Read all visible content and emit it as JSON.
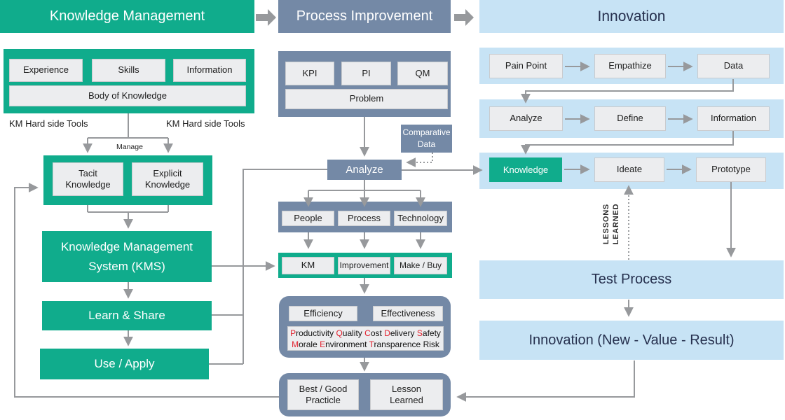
{
  "colors": {
    "teal": "#10AC8C",
    "slate": "#7489A6",
    "lightblue": "#C7E3F5",
    "graybox": "#ECEDEF",
    "graybox_border": "#C9CBCE",
    "line": "#97999C",
    "navy": "#26304E",
    "red": "#E32330"
  },
  "headers": {
    "knowledge_management": "Knowledge Management",
    "process_improvement": "Process Improvement",
    "innovation": "Innovation"
  },
  "km": {
    "experience": "Experience",
    "skills": "Skills",
    "information": "Information",
    "body_of_knowledge": "Body of Knowledge",
    "hard_tools_left": "KM Hard side Tools",
    "hard_tools_right": "KM Hard side Tools",
    "manage": "Manage",
    "tacit": "Tacit\nKnowledge",
    "explicit": "Explicit\nKnowledge",
    "kms": "Knowledge Management\nSystem (KMS)",
    "learn_share": "Learn & Share",
    "use_apply": "Use / Apply"
  },
  "pi": {
    "kpi": "KPI",
    "pi": "PI",
    "qm": "QM",
    "problem": "Problem",
    "comparative_data": "Comparative\nData",
    "analyze": "Analyze",
    "people": "People",
    "process": "Process",
    "technology": "Technology",
    "km": "KM",
    "improvement": "Improvement",
    "make_buy": "Make / Buy",
    "efficiency": "Efficiency",
    "effectiveness": "Effectiveness",
    "quality_line1": [
      [
        "Productivity",
        true
      ],
      [
        "Quality",
        true
      ],
      [
        "Cost",
        true
      ],
      [
        "Delivery",
        true
      ],
      [
        "Safety",
        true
      ]
    ],
    "quality_line2": [
      [
        "Morale",
        true
      ],
      [
        "Environment",
        true
      ],
      [
        "Transparence",
        true
      ],
      [
        "Risk",
        false
      ]
    ],
    "best_good": "Best / Good\nPracticle",
    "lesson_learned": "Lesson\nLearned"
  },
  "innovation": {
    "pain_point": "Pain Point",
    "empathize": "Empathize",
    "data": "Data",
    "analyze": "Analyze",
    "define": "Define",
    "information": "Information",
    "knowledge": "Knowledge",
    "ideate": "Ideate",
    "prototype": "Prototype",
    "lessons_learned": "LESSONS\nLEARNED",
    "test_process": "Test Process",
    "result": "Innovation (New - Value - Result)"
  }
}
